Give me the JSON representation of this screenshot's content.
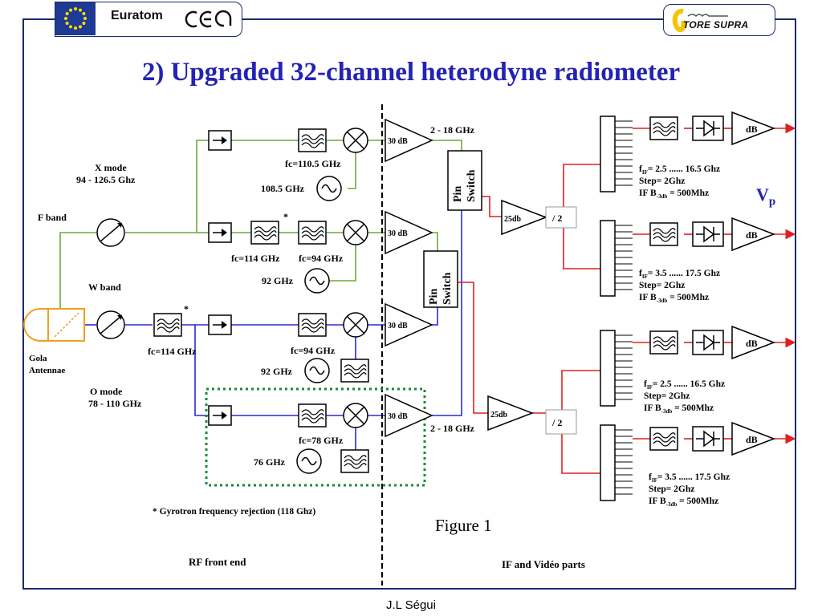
{
  "header": {
    "euratom": "Euratom",
    "cea": "cea",
    "tore_supra": "TORE SUPRA"
  },
  "title": "2) Upgraded 32-channel heterodyne radiometer",
  "labels": {
    "x_mode": "X mode",
    "x_mode_range": "94 - 126.5 Ghz",
    "f_band": "F band",
    "w_band": "W  band",
    "gola_antenna_1": "Gola",
    "gola_antenna_2": "Antennae",
    "o_mode": "O mode",
    "o_mode_range": "78 - 110 GHz",
    "fc_110_5": "fc=110.5 GHz",
    "lo_108_5": "108.5 GHz",
    "fc_114_top": "fc=114 GHz",
    "fc_94_top": "fc=94  GHz",
    "lo_92_top": "92 GHz",
    "fc_114_bottom": "fc=114 GHz",
    "fc_94_bottom": "fc=94 GHz",
    "lo_92_bottom": "92 GHz",
    "fc_78": "fc=78 GHz",
    "lo_76": "76 GHz",
    "asterisk": "*",
    "amp_30db": "30 dB",
    "band_2_18_top": "2 - 18 GHz",
    "band_2_18_bottom": "2 - 18 GHz",
    "pin_switch_1": "Pin",
    "pin_switch_2": "Switch",
    "amp_25db": "25db",
    "divide_2": "/ 2",
    "db": "dB",
    "gyrotron_note": "* Gyrotron frequency rejection (118 Ghz)",
    "rf_front_end": "RF front end",
    "if_video": "IF and Vidéo parts"
  },
  "if_blocks": [
    {
      "f_sym": "f",
      "f_sub": "IF",
      "f_range": "= 2.5  ......  16.5 Ghz",
      "step": "Step= 2Ghz",
      "bw_pre": "IF B",
      "bw_sub": "-3db",
      "bw_post": " = 500Mhz"
    },
    {
      "f_sym": "f",
      "f_sub": "IF",
      "f_range": "= 3.5  ......  17.5 Ghz",
      "step": "Step= 2Ghz",
      "bw_pre": "IF B",
      "bw_sub": "-3db",
      "bw_post": " = 500Mhz"
    },
    {
      "f_sym": "f",
      "f_sub": "IF",
      "f_range": "= 2.5  ......  16.5 Ghz",
      "step": "Step= 2Ghz",
      "bw_pre": "IF B",
      "bw_sub": "-3db",
      "bw_post": " = 500Mhz"
    },
    {
      "f_sym": "f",
      "f_sub": "IF",
      "f_range": "= 3.5  ......  17.5 Ghz",
      "step": "Step= 2Ghz",
      "bw_pre": "IF B",
      "bw_sub": "-3db",
      "bw_post": " = 500Mhz"
    }
  ],
  "vp": {
    "base": "V",
    "sub": "p"
  },
  "figure_caption": "Figure 1",
  "footer": "J.L Ségui",
  "colors": {
    "title_blue": "#2323b4",
    "green_path": "#6aaa3a",
    "blue_path": "#2a2ad6",
    "red_path": "#e02020",
    "dotted_box": "#1a8a3a",
    "antenna_orange": "#f0a020"
  }
}
